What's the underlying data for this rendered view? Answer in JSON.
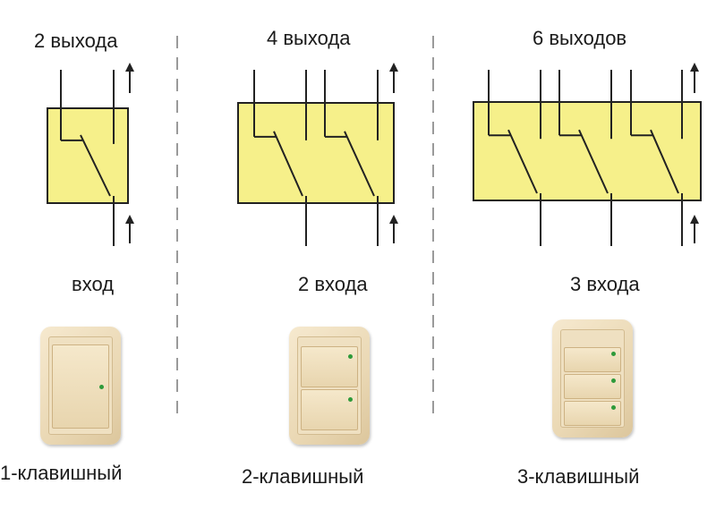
{
  "columns": [
    {
      "id": "one",
      "outputs_label": "2 выхода",
      "inputs_label": "вход",
      "switch_label": "1-клавишный",
      "keys": 1,
      "outputs": 2,
      "inputs": 1
    },
    {
      "id": "two",
      "outputs_label": "4 выхода",
      "inputs_label": "2 входа",
      "switch_label": "2-клавишный",
      "keys": 2,
      "outputs": 4,
      "inputs": 2
    },
    {
      "id": "three",
      "outputs_label": "6 выходов",
      "inputs_label": "3 входа",
      "switch_label": "3-клавишный",
      "keys": 3,
      "outputs": 6,
      "inputs": 3
    }
  ],
  "colors": {
    "box_fill": "#f6f08a",
    "wire": "#222222",
    "divider": "#9a9a9a",
    "led": "#2e9a3a"
  },
  "icons": [
    "arrow-up-icon",
    "switch-contact-icon",
    "wall-switch-icon"
  ]
}
